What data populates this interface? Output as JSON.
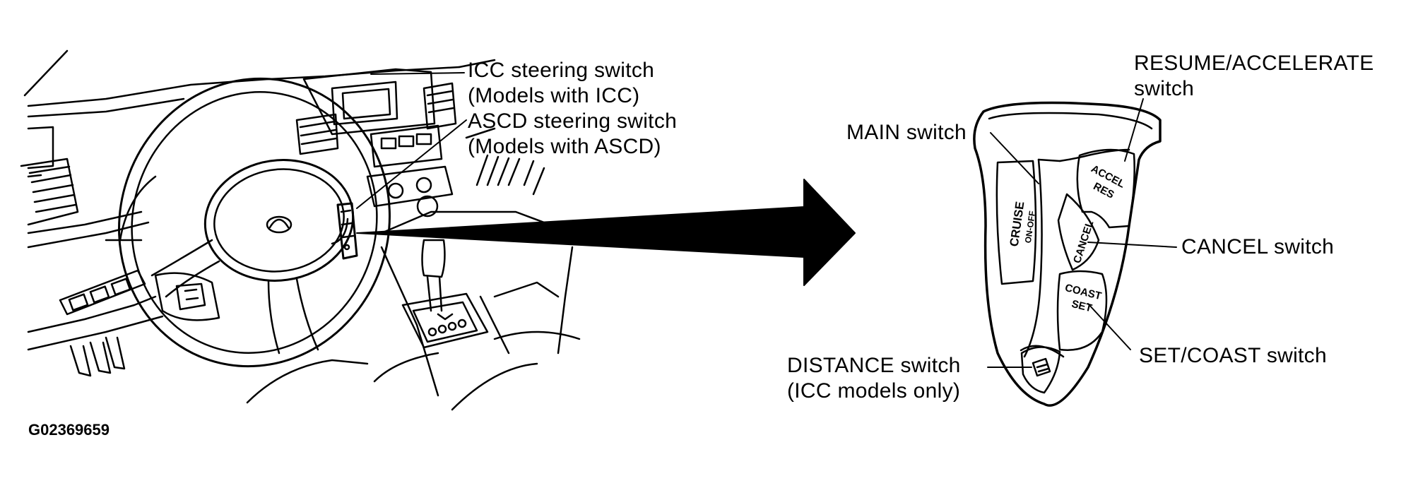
{
  "callouts": {
    "icc_switch_line1": "ICC steering switch",
    "icc_switch_line2": "(Models with ICC)",
    "ascd_switch_line1": "ASCD steering switch",
    "ascd_switch_line2": "(Models with ASCD)",
    "resume_line1": "RESUME/ACCELERATE",
    "resume_line2": "switch",
    "main_switch": "MAIN switch",
    "cancel_switch": "CANCEL switch",
    "set_coast_switch": "SET/COAST switch",
    "distance_line1": "DISTANCE switch",
    "distance_line2": "(ICC models only)"
  },
  "buttons": {
    "cruise": "CRUISE",
    "on_off": "ON-OFF",
    "accel": "ACCEL",
    "res": "RES",
    "cancel": "CANCEL",
    "coast": "COAST",
    "set": "SET"
  },
  "figure_code": "G02369659"
}
